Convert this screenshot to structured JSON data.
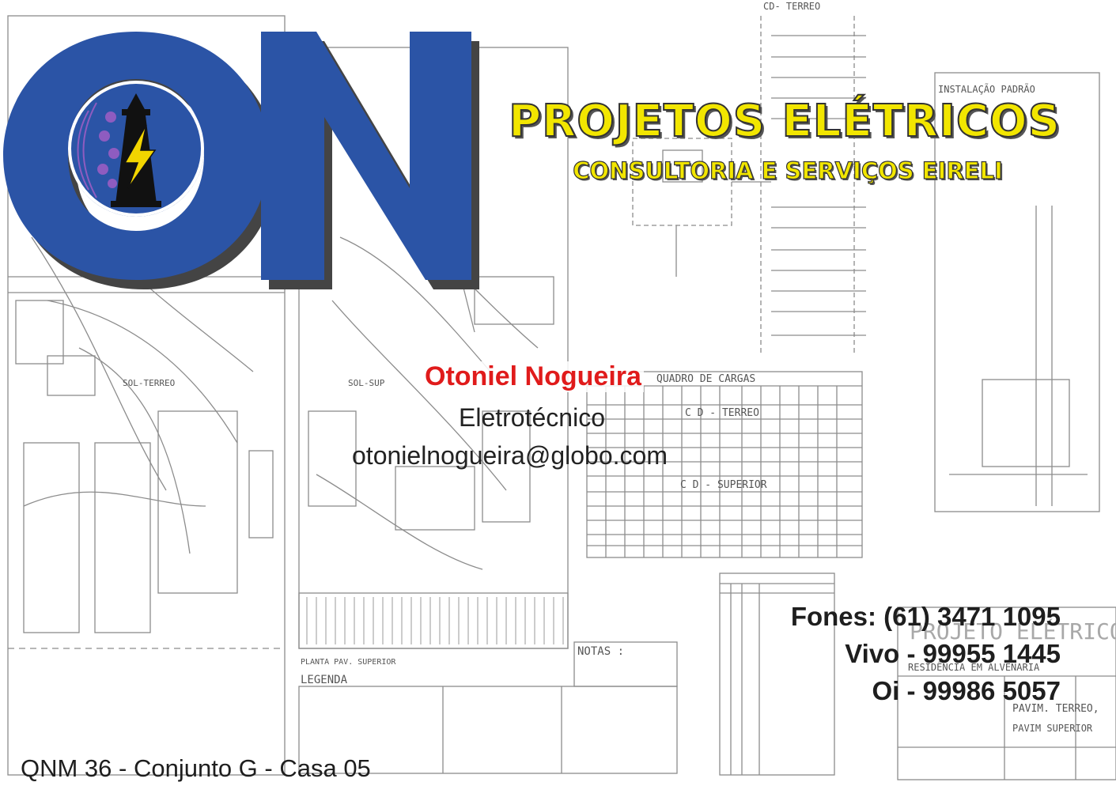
{
  "company": {
    "logo_text": "ON",
    "name": "PROJETOS ELÉTRICOS",
    "subtitle": "CONSULTORIA E SERVIÇOS EIRELI"
  },
  "contact": {
    "person": "Otoniel Nogueira",
    "role": "Eletrotécnico",
    "email": "otonielnogueira@globo.com",
    "phones": [
      "Fones: (61) 3471 1095",
      "Vivo - 99955 1445",
      "Oi - 99986 5057"
    ],
    "address": "QNM 36 - Conjunto G - Casa 05"
  },
  "background_plan": {
    "labels": {
      "cd_terreo_top": "CD- TERREO",
      "installation": "INSTALAÇÃO PADRÃO",
      "quadro": "QUADRO DE CARGAS",
      "cd_terreo": "C D - TERREO",
      "cd_superior": "C D - SUPERIOR",
      "notas": "NOTAS :",
      "legenda": "LEGENDA",
      "planta_superior": "PLANTA PAV. SUPERIOR",
      "projeto": "PROJETO ELÉTRICO",
      "residencia": "RESIDÊNCIA EM ALVENARIA",
      "pavim_terreo": "PAVIM. TERREO,",
      "pavim_superior": "PAVIM SUPERIOR",
      "sol_terreo": "SOL-TERREO",
      "sol_sup": "SOL-SUP"
    }
  },
  "colors": {
    "logo_blue": "#2b54a6",
    "logo_shadow": "#444444",
    "title_yellow": "#f2e600",
    "name_red": "#e01b1b",
    "drawing_gray": "#8a8a8a"
  }
}
